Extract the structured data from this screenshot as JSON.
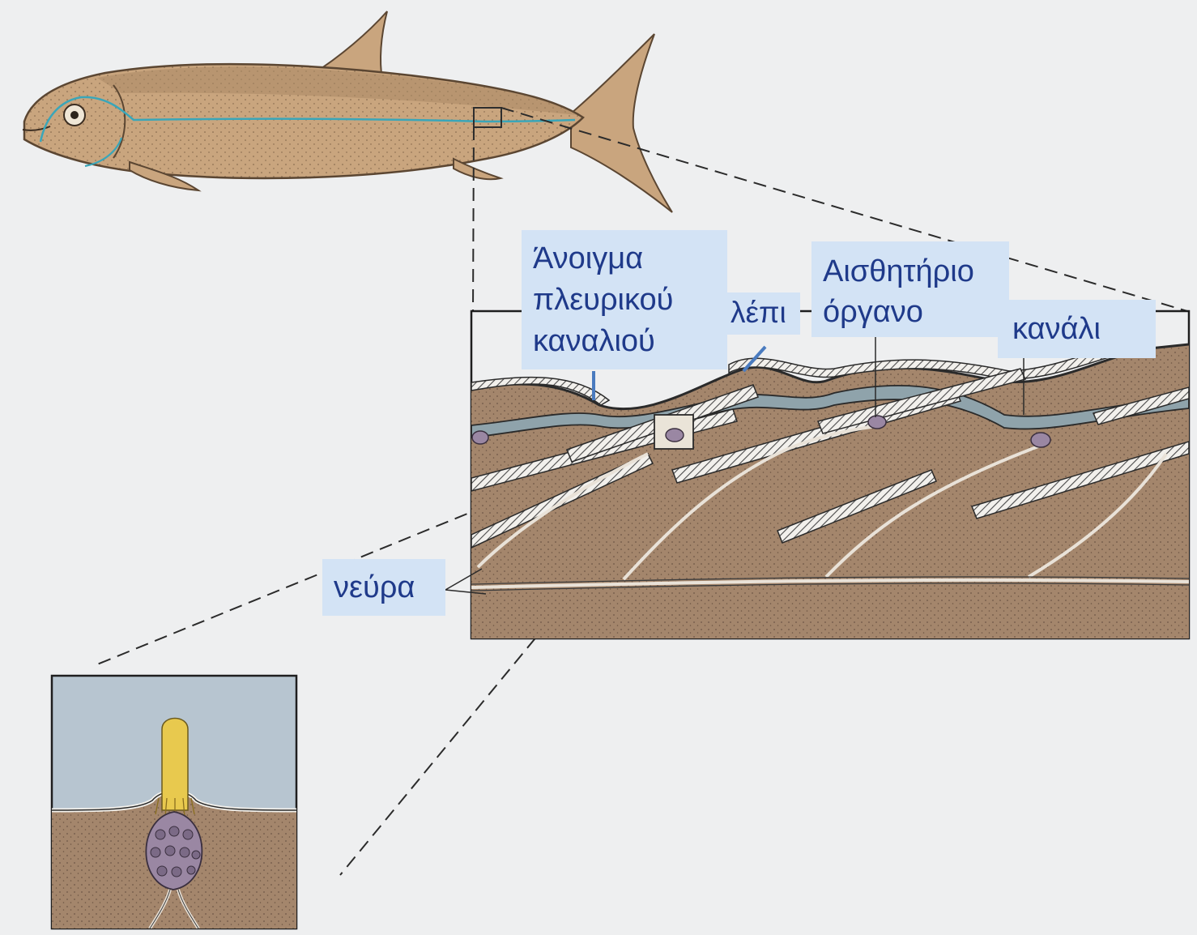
{
  "labels": {
    "opening": [
      "Άνοιγμα",
      "πλευρικού",
      "καναλιού"
    ],
    "scale": "λέπι",
    "sense_organ": [
      "Αισθητήριο",
      "όργανο"
    ],
    "canal": "κανάλι",
    "nerves": "νεύρα"
  },
  "colors": {
    "background": "#eeeff0",
    "fish_body": "#c9a57e",
    "lateral_line": "#3aa6b9",
    "tissue": "#a4866c",
    "canal_fluid": "#8fa3ab",
    "cupula": "#e8c94e",
    "hair_cells": "#9a87a3",
    "water": "#b7c5d0",
    "label_box": "#d3e3f5",
    "label_text": "#1f3a8a"
  }
}
